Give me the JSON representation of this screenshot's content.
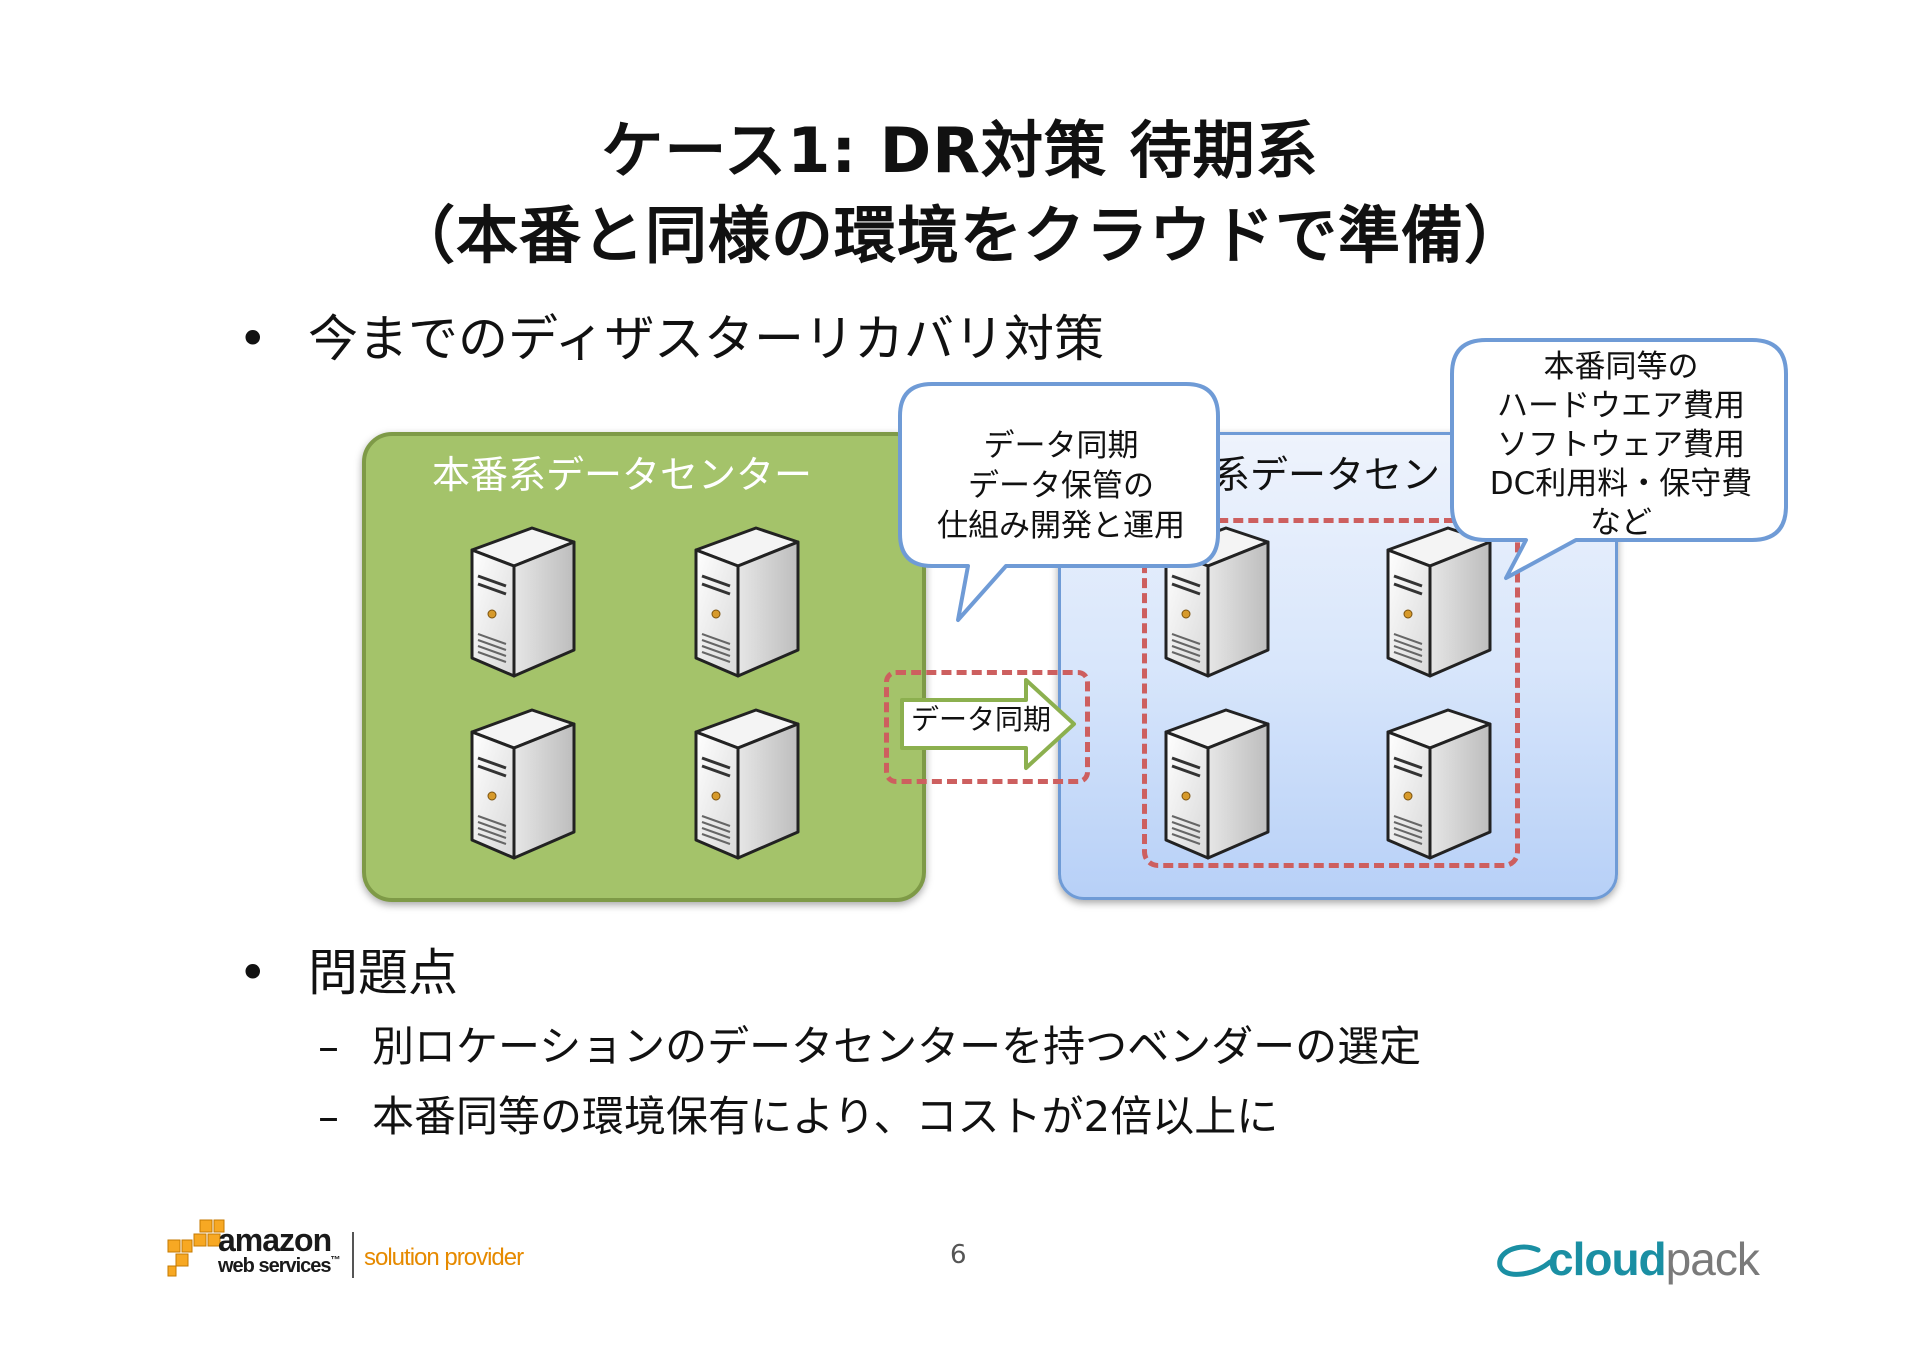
{
  "title": {
    "line1": "ケース1: DR対策 待期系",
    "line2": "（本番と同様の環境をクラウドで準備）"
  },
  "bullet1": {
    "marker": "•",
    "text": "今までのディザスターリカバリ対策"
  },
  "diagram": {
    "production_dc_label": "本番系データセンター",
    "standby_dc_label": "系データセン",
    "sync_arrow_label": "データ同期",
    "callout_left": [
      "データ同期",
      "データ保管の",
      "仕組み開発と運用"
    ],
    "callout_right": [
      "本番同等の",
      "ハードウエア費用",
      "ソフトウェア費用",
      "DC利用料・保守費",
      "など"
    ]
  },
  "bullet2": {
    "marker": "•",
    "text": "問題点",
    "subs": [
      {
        "marker": "–",
        "text": "別ロケーションのデータセンターを持つベンダーの選定"
      },
      {
        "marker": "–",
        "text": "本番同等の環境保有により、コストが2倍以上に"
      }
    ]
  },
  "footer": {
    "page_number": "6",
    "aws_logo": {
      "word1": "amazon",
      "word2": "web services",
      "tm": "™",
      "tagline": "solution provider",
      "cube_color": "#f7a823"
    },
    "cloudpack_logo": {
      "word1": "cloud",
      "word2": "pack",
      "color1": "#1a8fa3",
      "color2": "#7a7a7a"
    }
  },
  "colors": {
    "production_dc": "#a4c36a",
    "standby_dc": "#c9dcf9",
    "dashed": "#cd5f5f",
    "callout_border": "#6f9bd6",
    "arrow_border": "#8cb04f"
  }
}
